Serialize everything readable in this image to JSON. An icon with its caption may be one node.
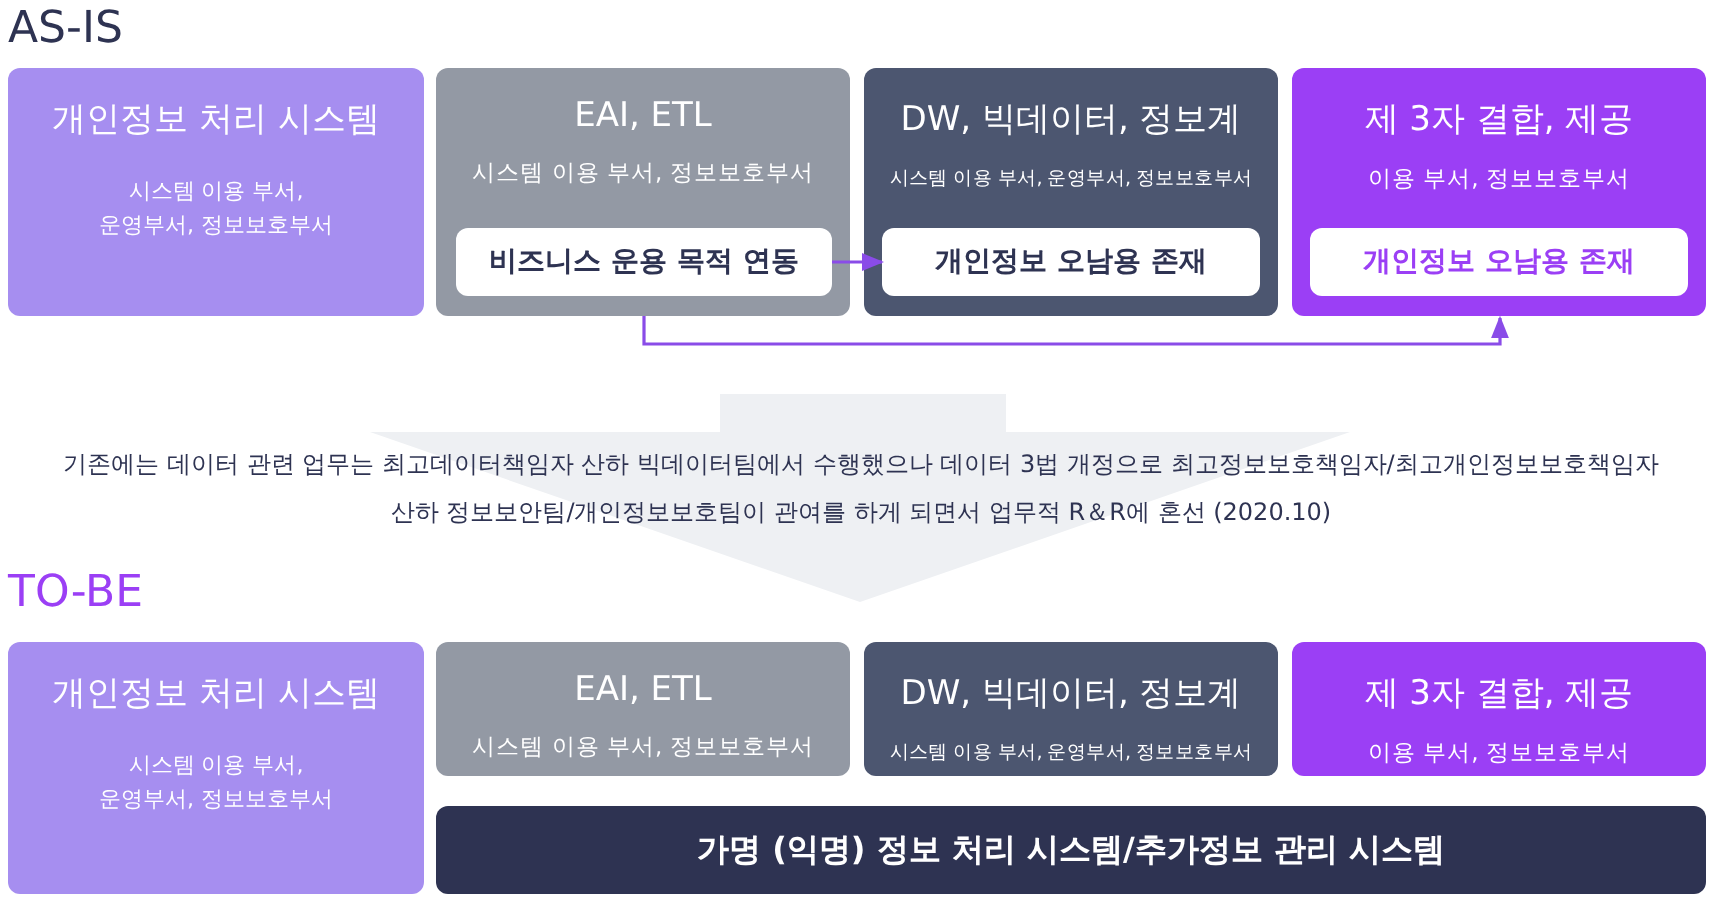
{
  "diagram": {
    "nodes": [
      {
        "text": [
          "개인정보 처리 시스템",
          "시스템 이용 부서, 운영부서, 정보보호부서"
        ]
      },
      {
        "text": [
          "EAI, ETL",
          "시스템 이용 부서, 정보보호부서"
        ]
      },
      {
        "text": [
          "비즈니스 운용 목적 연동"
        ],
        "in": 1
      },
      {
        "text": [
          "DW, 빅데이터, 정보계",
          "시스템 이용 부서, 운영부서, 정보보호부서"
        ]
      },
      {
        "text": [
          "개인정보 오남용 존재"
        ],
        "in": 3
      },
      {
        "text": [
          "제 3자 결합, 제공",
          "이용 부서, 정보보호부서"
        ]
      },
      {
        "text": [
          "개인정보 오남용 존재"
        ],
        "in": 5
      },
      {
        "text": [
          "개인정보 처리 시스템",
          "시스템 이용 부서, 운영부서, 정보보호부서"
        ]
      },
      {
        "text": [
          "EAI, ETL",
          "시스템 이용 부서, 정보보호부서"
        ]
      },
      {
        "text": [
          "DW, 빅데이터, 정보계",
          "시스템 이용 부서, 운영부서, 정보보호부서"
        ]
      },
      {
        "text": [
          "제 3자 결합, 제공",
          "이용 부서, 정보보호부서"
        ]
      },
      {
        "text": [
          "가명 (익명) 정보 처리 시스템/추가정보 관리 시스템"
        ]
      }
    ],
    "edges": [
      {
        "from": 2,
        "to": 4,
        "arrow": "to"
      },
      {
        "from": 1,
        "to": 5,
        "arrow": "to"
      }
    ],
    "labels": [
      "AS-IS",
      "기존에는 데이터 관련 업무는 최고데이터책임자 산하 빅데이터팀에서 수행했으나 데이터 3법 개정으로 최고정보보호책임자/최고개인정보보호책임자 산하 정보보안팀/개인정보보호팀이 관여를 하게 되면서 업무적 R＆R에 혼선 (2020.10)",
      "TO-BE"
    ]
  }
}
